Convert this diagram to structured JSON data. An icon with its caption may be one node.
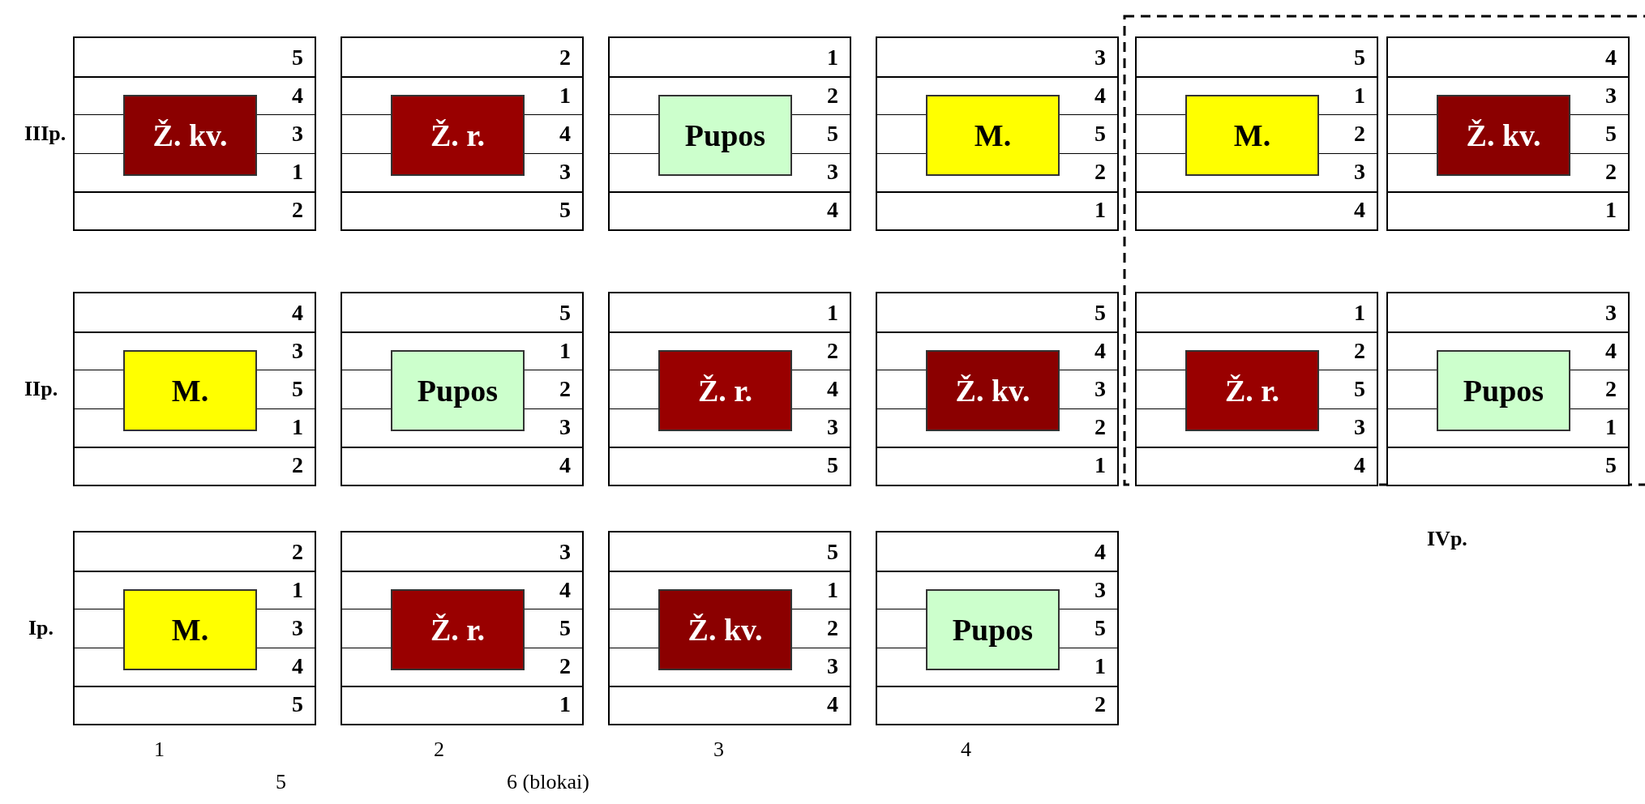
{
  "diagram": {
    "nodes": [
      {
        "text": [
          "IVp."
        ]
      },
      {
        "text": [
          "5",
          "4",
          "3",
          "1",
          "2"
        ]
      },
      {
        "text": [
          "Ž. kv."
        ],
        "in": 1
      },
      {
        "text": [
          "2",
          "1",
          "4",
          "3",
          "5"
        ]
      },
      {
        "text": [
          "Ž. r."
        ],
        "in": 3
      },
      {
        "text": [
          "1",
          "2",
          "5",
          "3",
          "4"
        ]
      },
      {
        "text": [
          "Pupos"
        ],
        "in": 5
      },
      {
        "text": [
          "3",
          "4",
          "5",
          "2",
          "1"
        ]
      },
      {
        "text": [
          "M."
        ],
        "in": 7
      },
      {
        "text": [
          "5",
          "1",
          "2",
          "3",
          "4"
        ],
        "in": 0
      },
      {
        "text": [
          "M."
        ],
        "in": 9
      },
      {
        "text": [
          "4",
          "3",
          "5",
          "2",
          "1"
        ],
        "in": 0
      },
      {
        "text": [
          "Ž. kv."
        ],
        "in": 11
      },
      {
        "text": [
          "4",
          "3",
          "5",
          "1",
          "2"
        ]
      },
      {
        "text": [
          "M."
        ],
        "in": 13
      },
      {
        "text": [
          "5",
          "1",
          "2",
          "3",
          "4"
        ]
      },
      {
        "text": [
          "Pupos"
        ],
        "in": 15
      },
      {
        "text": [
          "1",
          "2",
          "4",
          "3",
          "5"
        ]
      },
      {
        "text": [
          "Ž. r."
        ],
        "in": 17
      },
      {
        "text": [
          "5",
          "4",
          "3",
          "2",
          "1"
        ]
      },
      {
        "text": [
          "Ž. kv."
        ],
        "in": 19
      },
      {
        "text": [
          "1",
          "2",
          "5",
          "3",
          "4"
        ],
        "in": 0
      },
      {
        "text": [
          "Ž. r."
        ],
        "in": 21
      },
      {
        "text": [
          "3",
          "4",
          "2",
          "1",
          "5"
        ],
        "in": 0
      },
      {
        "text": [
          "Pupos"
        ],
        "in": 23
      },
      {
        "text": [
          "2",
          "1",
          "3",
          "4",
          "5"
        ]
      },
      {
        "text": [
          "M."
        ],
        "in": 25
      },
      {
        "text": [
          "3",
          "4",
          "5",
          "2",
          "1"
        ]
      },
      {
        "text": [
          "Ž. r."
        ],
        "in": 27
      },
      {
        "text": [
          "5",
          "1",
          "2",
          "3",
          "4"
        ]
      },
      {
        "text": [
          "Ž. kv."
        ],
        "in": 29
      },
      {
        "text": [
          "4",
          "3",
          "5",
          "1",
          "2"
        ]
      },
      {
        "text": [
          "Pupos"
        ],
        "in": 31
      }
    ],
    "labels": [
      "IIIp.",
      "IIp.",
      "Ip.",
      "1",
      "2",
      "3",
      "4",
      "5",
      "6 (blokai)"
    ]
  }
}
